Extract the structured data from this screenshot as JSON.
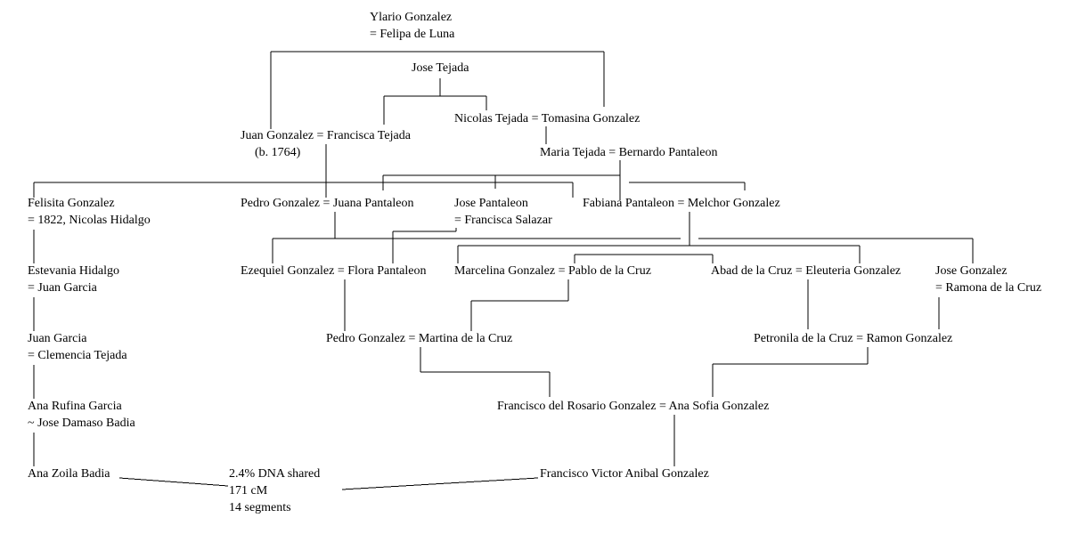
{
  "people": {
    "ylario": [
      "Ylario Gonzalez",
      "= Felipa de Luna"
    ],
    "jose_tejada": [
      "Jose Tejada"
    ],
    "juan_gonzalez": [
      "Juan Gonzalez = Francisca Tejada",
      "(b. 1764)"
    ],
    "nicolas_tejada": [
      "Nicolas Tejada = Tomasina Gonzalez"
    ],
    "maria_tejada": [
      "Maria Tejada = Bernardo Pantaleon"
    ],
    "felisita": [
      "Felisita Gonzalez",
      "= 1822, Nicolas Hidalgo"
    ],
    "pedro_juana": [
      "Pedro Gonzalez = Juana Pantaleon"
    ],
    "jose_pantaleon": [
      "Jose Pantaleon",
      "= Francisca Salazar"
    ],
    "fabiana": [
      "Fabiana Pantaleon = Melchor Gonzalez"
    ],
    "estevania": [
      "Estevania Hidalgo",
      "= Juan Garcia"
    ],
    "ezequiel": [
      "Ezequiel Gonzalez = Flora Pantaleon"
    ],
    "marcelina": [
      "Marcelina Gonzalez = Pablo de la Cruz"
    ],
    "abad": [
      "Abad de la Cruz = Eleuteria Gonzalez"
    ],
    "jose_gonzalez": [
      "Jose Gonzalez",
      "= Ramona de la Cruz"
    ],
    "juan_garcia": [
      "Juan Garcia",
      "= Clemencia Tejada"
    ],
    "pedro_martina": [
      "Pedro Gonzalez = Martina de la Cruz"
    ],
    "petronila": [
      "Petronila de la Cruz = Ramon Gonzalez"
    ],
    "ana_rufina": [
      "Ana Rufina Garcia",
      "~ Jose Damaso Badia"
    ],
    "francisco_rosario": [
      "Francisco del Rosario Gonzalez = Ana Sofia Gonzalez"
    ],
    "ana_zoila": [
      "Ana Zoila Badia"
    ],
    "francisco_victor": [
      "Francisco Victor Anibal Gonzalez"
    ]
  },
  "dna": {
    "percent": "2.4% DNA shared",
    "cm": "171 cM",
    "segments": "14 segments"
  }
}
